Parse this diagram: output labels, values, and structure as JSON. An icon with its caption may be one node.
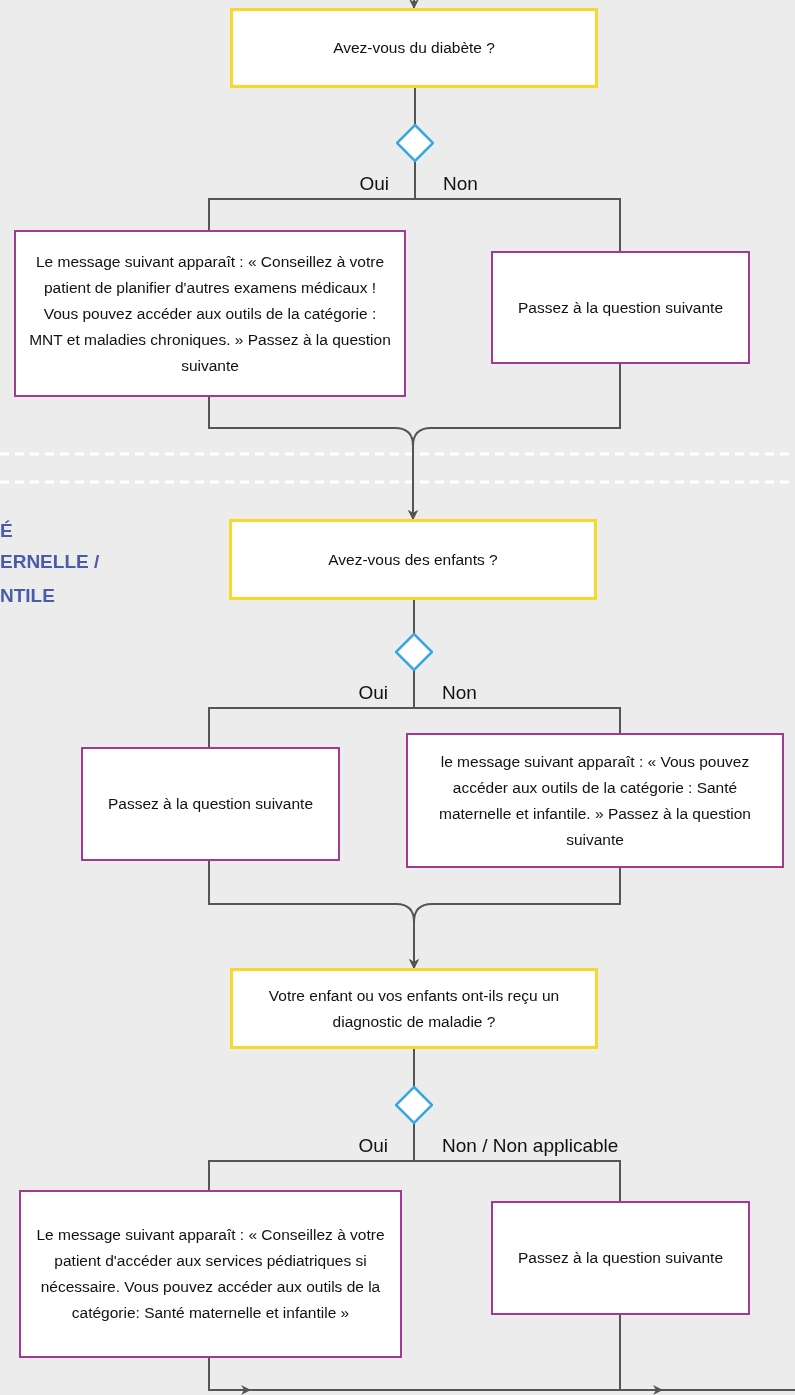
{
  "diagram": {
    "nodes": [
      {
        "text": [
          "Avez-vous du diabète ?"
        ]
      },
      {
        "text": [],
        "shape": "diamond"
      },
      {
        "text": [
          "Le message suivant apparaît : « Conseillez à votre patient de planifier d'autres examens médicaux ! Vous pouvez accéder aux outils de la catégorie : MNT et maladies chroniques. » Passez à la question suivante"
        ]
      },
      {
        "text": [
          "Passez à la question suivante"
        ]
      },
      {
        "text": [
          "Avez-vous des enfants ?"
        ]
      },
      {
        "text": [],
        "shape": "diamond"
      },
      {
        "text": [
          "Passez à la question suivante"
        ]
      },
      {
        "text": [
          "le message suivant apparaît : « Vous pouvez accéder aux outils de la catégorie : Santé maternelle et infantile. » Passez à la question suivante"
        ]
      },
      {
        "text": [
          "Votre enfant ou vos enfants ont-ils reçu un diagnostic de maladie ?"
        ]
      },
      {
        "text": [],
        "shape": "diamond"
      },
      {
        "text": [
          "Le message suivant apparaît : « Conseillez à votre patient d'accéder aux services pédiatriques si nécessaire. Vous pouvez accéder aux outils de la catégorie: Santé maternelle et infantile »"
        ]
      },
      {
        "text": [
          "Passez à la question suivante"
        ]
      }
    ],
    "edges": [
      {
        "from": null,
        "to": 0,
        "arrow": "to"
      },
      {
        "from": 0,
        "to": 1,
        "arrow": "none"
      },
      {
        "from": 1,
        "to": 2,
        "arrow": "none",
        "label": "Oui"
      },
      {
        "from": 1,
        "to": 3,
        "arrow": "none",
        "label": "Non"
      },
      {
        "from": 2,
        "to": 4,
        "arrow": "to"
      },
      {
        "from": 3,
        "to": 4,
        "arrow": "to"
      },
      {
        "from": 4,
        "to": 5,
        "arrow": "none"
      },
      {
        "from": 5,
        "to": 6,
        "arrow": "none",
        "label": "Oui"
      },
      {
        "from": 5,
        "to": 7,
        "arrow": "none",
        "label": "Non"
      },
      {
        "from": 6,
        "to": 8,
        "arrow": "to"
      },
      {
        "from": 7,
        "to": 8,
        "arrow": "to"
      },
      {
        "from": 8,
        "to": 9,
        "arrow": "none"
      },
      {
        "from": 9,
        "to": 10,
        "arrow": "none",
        "label": "Oui"
      },
      {
        "from": 9,
        "to": 11,
        "arrow": "none",
        "label": "Non / Non applicable"
      },
      {
        "from": 10,
        "to": null,
        "arrow": "to"
      },
      {
        "from": 11,
        "to": null,
        "arrow": "to"
      }
    ],
    "labels": [
      "É",
      "ERNELLE /",
      "NTILE"
    ]
  }
}
